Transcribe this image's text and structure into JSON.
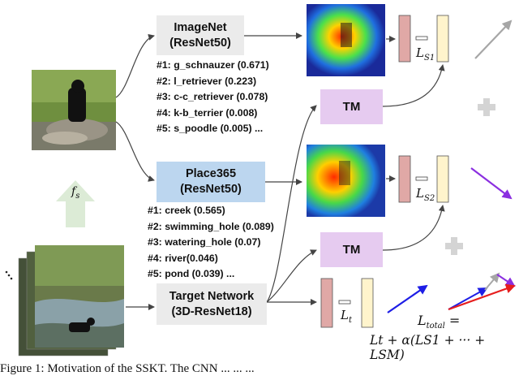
{
  "networks": {
    "imagenet": {
      "title": "ImageNet",
      "model": "(ResNet50)"
    },
    "places": {
      "title": "Place365",
      "model": "(ResNet50)"
    },
    "target": {
      "title": "Target Network",
      "model": "(3D-ResNet18)"
    }
  },
  "imagenet_predictions": [
    "#1: g_schnauzer (0.671)",
    "#2: l_retriever (0.223)",
    "#3: c-c_retriever (0.078)",
    "#4: k-b_terrier (0.008)",
    "#5: s_poodle (0.005) ..."
  ],
  "places_predictions": [
    "#1: creek (0.565)",
    "#2: swimming_hole (0.089)",
    "#3: watering_hole (0.07)",
    "#4: river(0.046)",
    "#5: pond (0.039) ..."
  ],
  "tm_label": "TM",
  "fs_label": "f",
  "fs_sub": "s",
  "loss_labels": {
    "ls1": "L",
    "ls1_sub": "S1",
    "ls2": "L",
    "ls2_sub": "S2",
    "lt": "L",
    "lt_sub": "t"
  },
  "total_loss": {
    "line1": "L",
    "line1_sub": "total",
    "line1_tail": " =",
    "line2": "Lt + α(LS1 + ··· + LSM)"
  },
  "caption": "Figure 1: Motivation of the SSKT. The CNN ... ... ...",
  "colors": {
    "gray_box": "#ebebeb",
    "blue_box": "#bcd6ef",
    "tm_box": "#e6cbf0",
    "pink_bar": "#e0a8a6",
    "yellow_bar": "#fff4cc",
    "green_arrow": "#dcebd6",
    "arrow_gray": "#a6a6a6",
    "arrow_purple": "#8b2fe0",
    "arrow_blue": "#1e1ee6",
    "arrow_red": "#e61e1e"
  }
}
